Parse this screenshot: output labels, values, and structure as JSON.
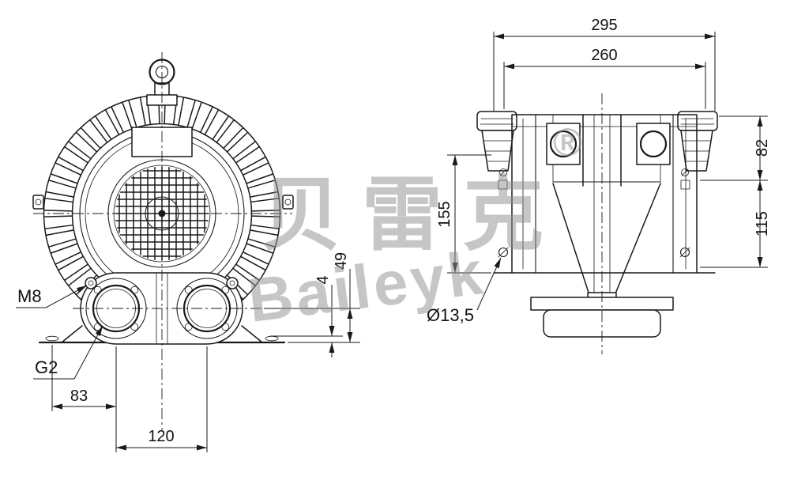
{
  "sheet": {
    "background": "#ffffff",
    "line_color": "#1a1a1a",
    "watermark_color": "#8f8f8f"
  },
  "watermark": {
    "chinese": "贝雷克",
    "registered_mark": "®",
    "latin": "Baileyk"
  },
  "front_view": {
    "labels": {
      "eye_bolt_thread": "M8",
      "port_thread": "G2"
    },
    "dims": {
      "foot_hole_to_port": "83",
      "port_spacing": "120",
      "foot_thickness": "4",
      "port_axis_height": "49"
    }
  },
  "side_view": {
    "dims": {
      "overall_width": "295",
      "mounting_width": "260",
      "top_height": "82",
      "mid_height": "115",
      "body_height": "155"
    },
    "labels": {
      "foot_hole_diameter": "Ø13,5"
    }
  }
}
